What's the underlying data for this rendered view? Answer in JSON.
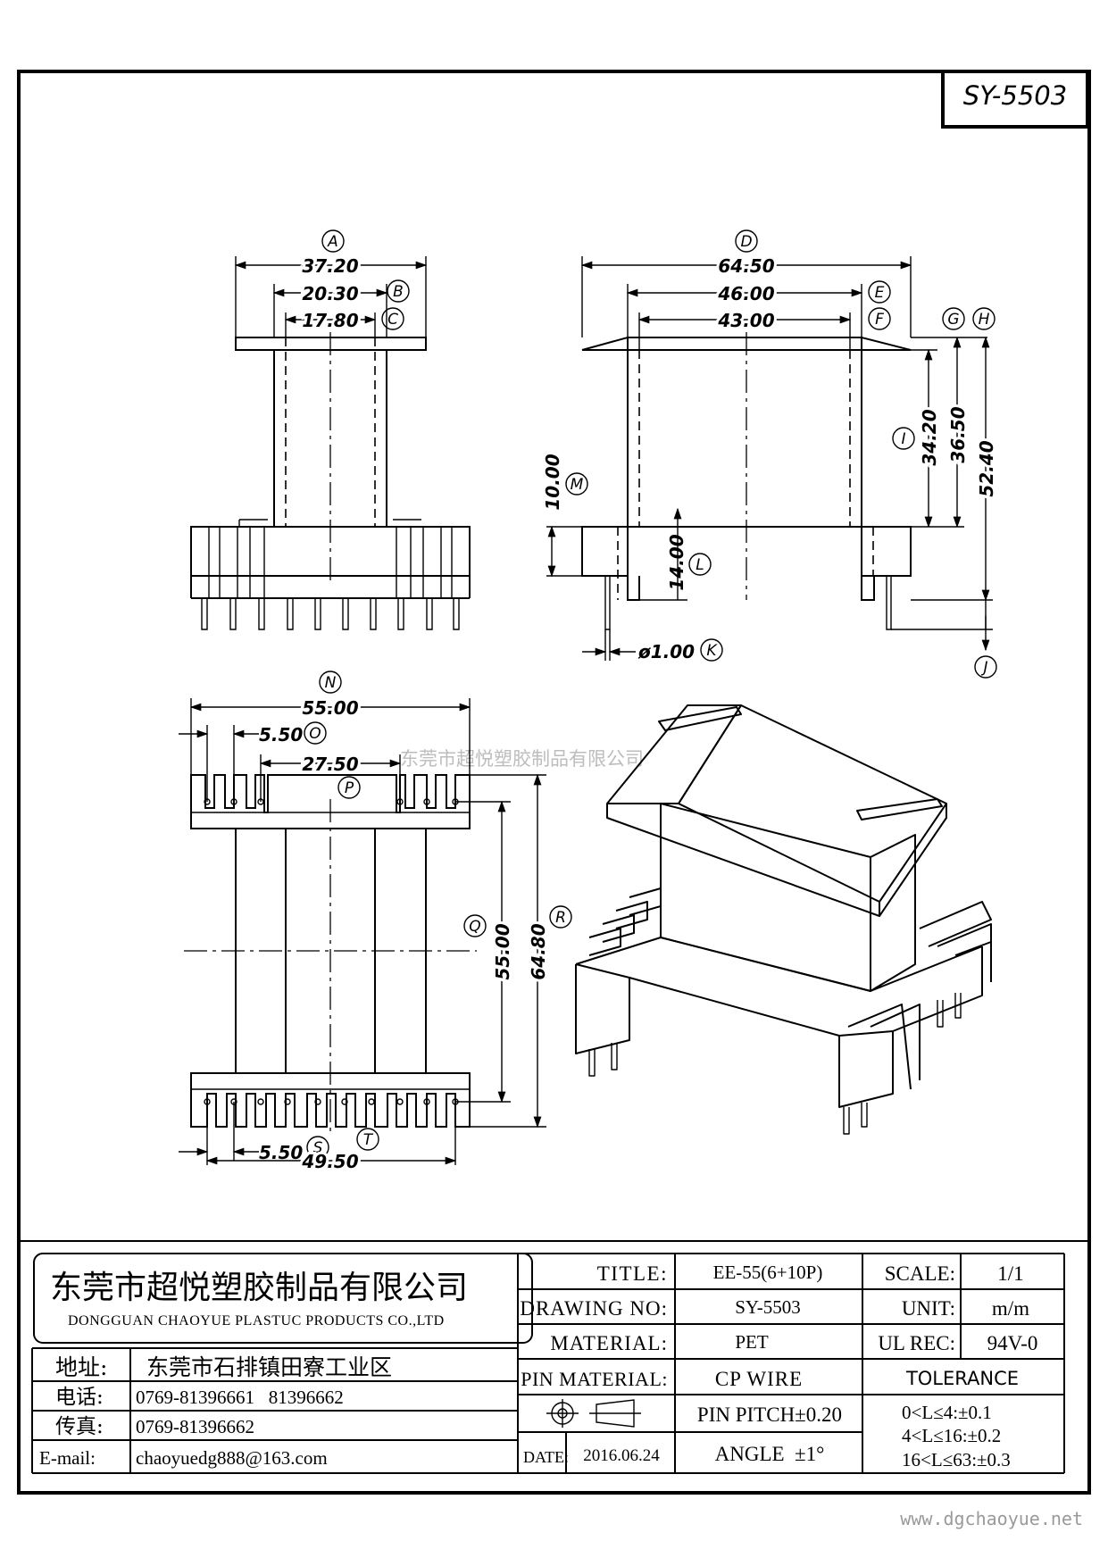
{
  "part_number": "SY-5503",
  "watermark": "东莞市超悦塑胶制品有限公司",
  "website": "www.dgchaoyue.net",
  "dimensions": {
    "A": "37.20",
    "B": "20.30",
    "C": "17.80",
    "D": "64.50",
    "E": "46.00",
    "F": "43.00",
    "I": "34.20",
    "h1": "36.50",
    "h2": "52.40",
    "M": "10.00",
    "L": "14.00",
    "K": "ø1.00",
    "N": "55.00",
    "O": "5.50",
    "P": "27.50",
    "Q": "55.00",
    "R": "64.80",
    "S": "5.50",
    "T": "49.50"
  },
  "letters": {
    "A": "A",
    "B": "B",
    "C": "C",
    "D": "D",
    "E": "E",
    "F": "F",
    "G": "G",
    "H": "H",
    "I": "I",
    "J": "J",
    "K": "K",
    "L": "L",
    "M": "M",
    "N": "N",
    "O": "O",
    "P": "P",
    "Q": "Q",
    "R": "R",
    "S": "S",
    "T": "T"
  },
  "company": {
    "name_cn": "东莞市超悦塑胶制品有限公司",
    "name_en": "DONGGUAN CHAOYUE PLASTUC PRODUCTS CO.,LTD",
    "address_label": "地址:",
    "address": "东莞市石排镇田寮工业区",
    "phone_label": "电话:",
    "phone": "0769-81396661   81396662",
    "fax_label": "传真:",
    "fax": "0769-81396662",
    "email_label": "E-mail:",
    "email": "chaoyuedg888@163.com"
  },
  "title_block": {
    "title_label": "TITLE:",
    "title": "EE-55(6+10P)",
    "drawing_no_label": "DRAWING NO:",
    "drawing_no": "SY-5503",
    "material_label": "MATERIAL:",
    "material": "PET",
    "pin_material_label": "PIN MATERIAL:",
    "pin_material": "CP WIRE",
    "pin_pitch": "PIN PITCH±0.20",
    "angle": "ANGLE  ±1°",
    "date_label": "DATE:",
    "date": "2016.06.24",
    "scale_label": "SCALE:",
    "scale": "1/1",
    "unit_label": "UNIT:",
    "unit": "m/m",
    "ul_label": "UL REC:",
    "ul": "94V-0",
    "tolerance_label": "TOLERANCE",
    "tol1": "0<L≤4:±0.1",
    "tol2": "4<L≤16:±0.2",
    "tol3": "16<L≤63:±0.3"
  }
}
